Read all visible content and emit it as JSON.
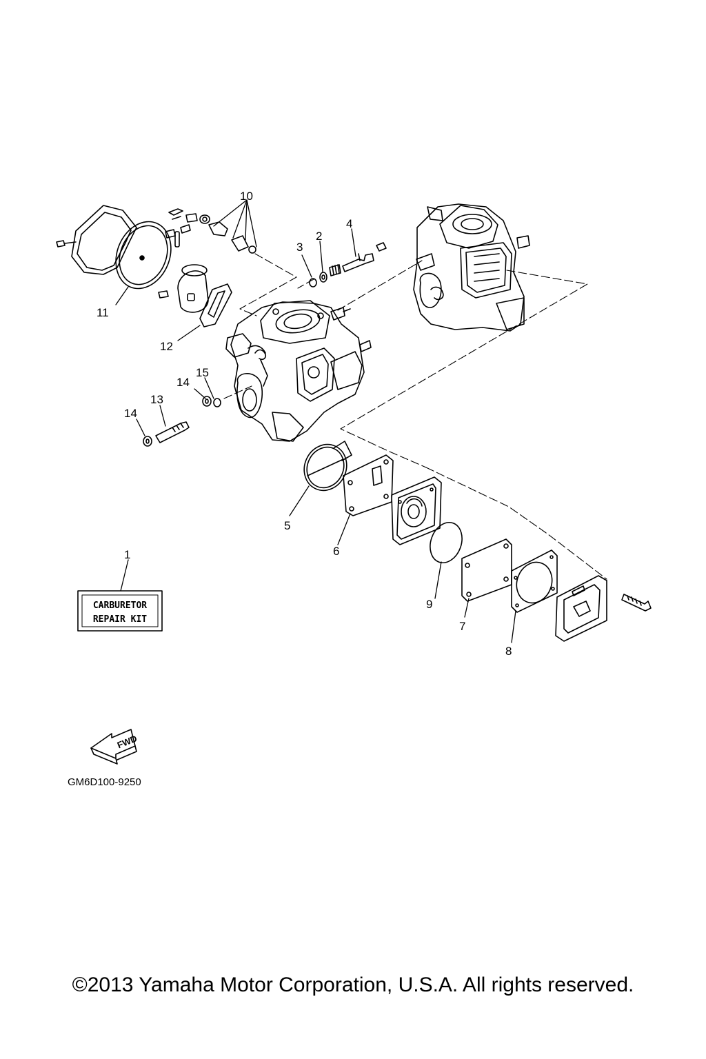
{
  "callouts": [
    "1",
    "2",
    "3",
    "4",
    "5",
    "6",
    "7",
    "8",
    "9",
    "10",
    "11",
    "12",
    "13",
    "14",
    "14",
    "15"
  ],
  "kit_label": {
    "line1": "CARBURETOR",
    "line2": "REPAIR KIT"
  },
  "fwd_label": "FWD",
  "diagram_code": "GM6D100-9250",
  "copyright": "©2013 Yamaha Motor Corporation, U.S.A. All rights reserved."
}
